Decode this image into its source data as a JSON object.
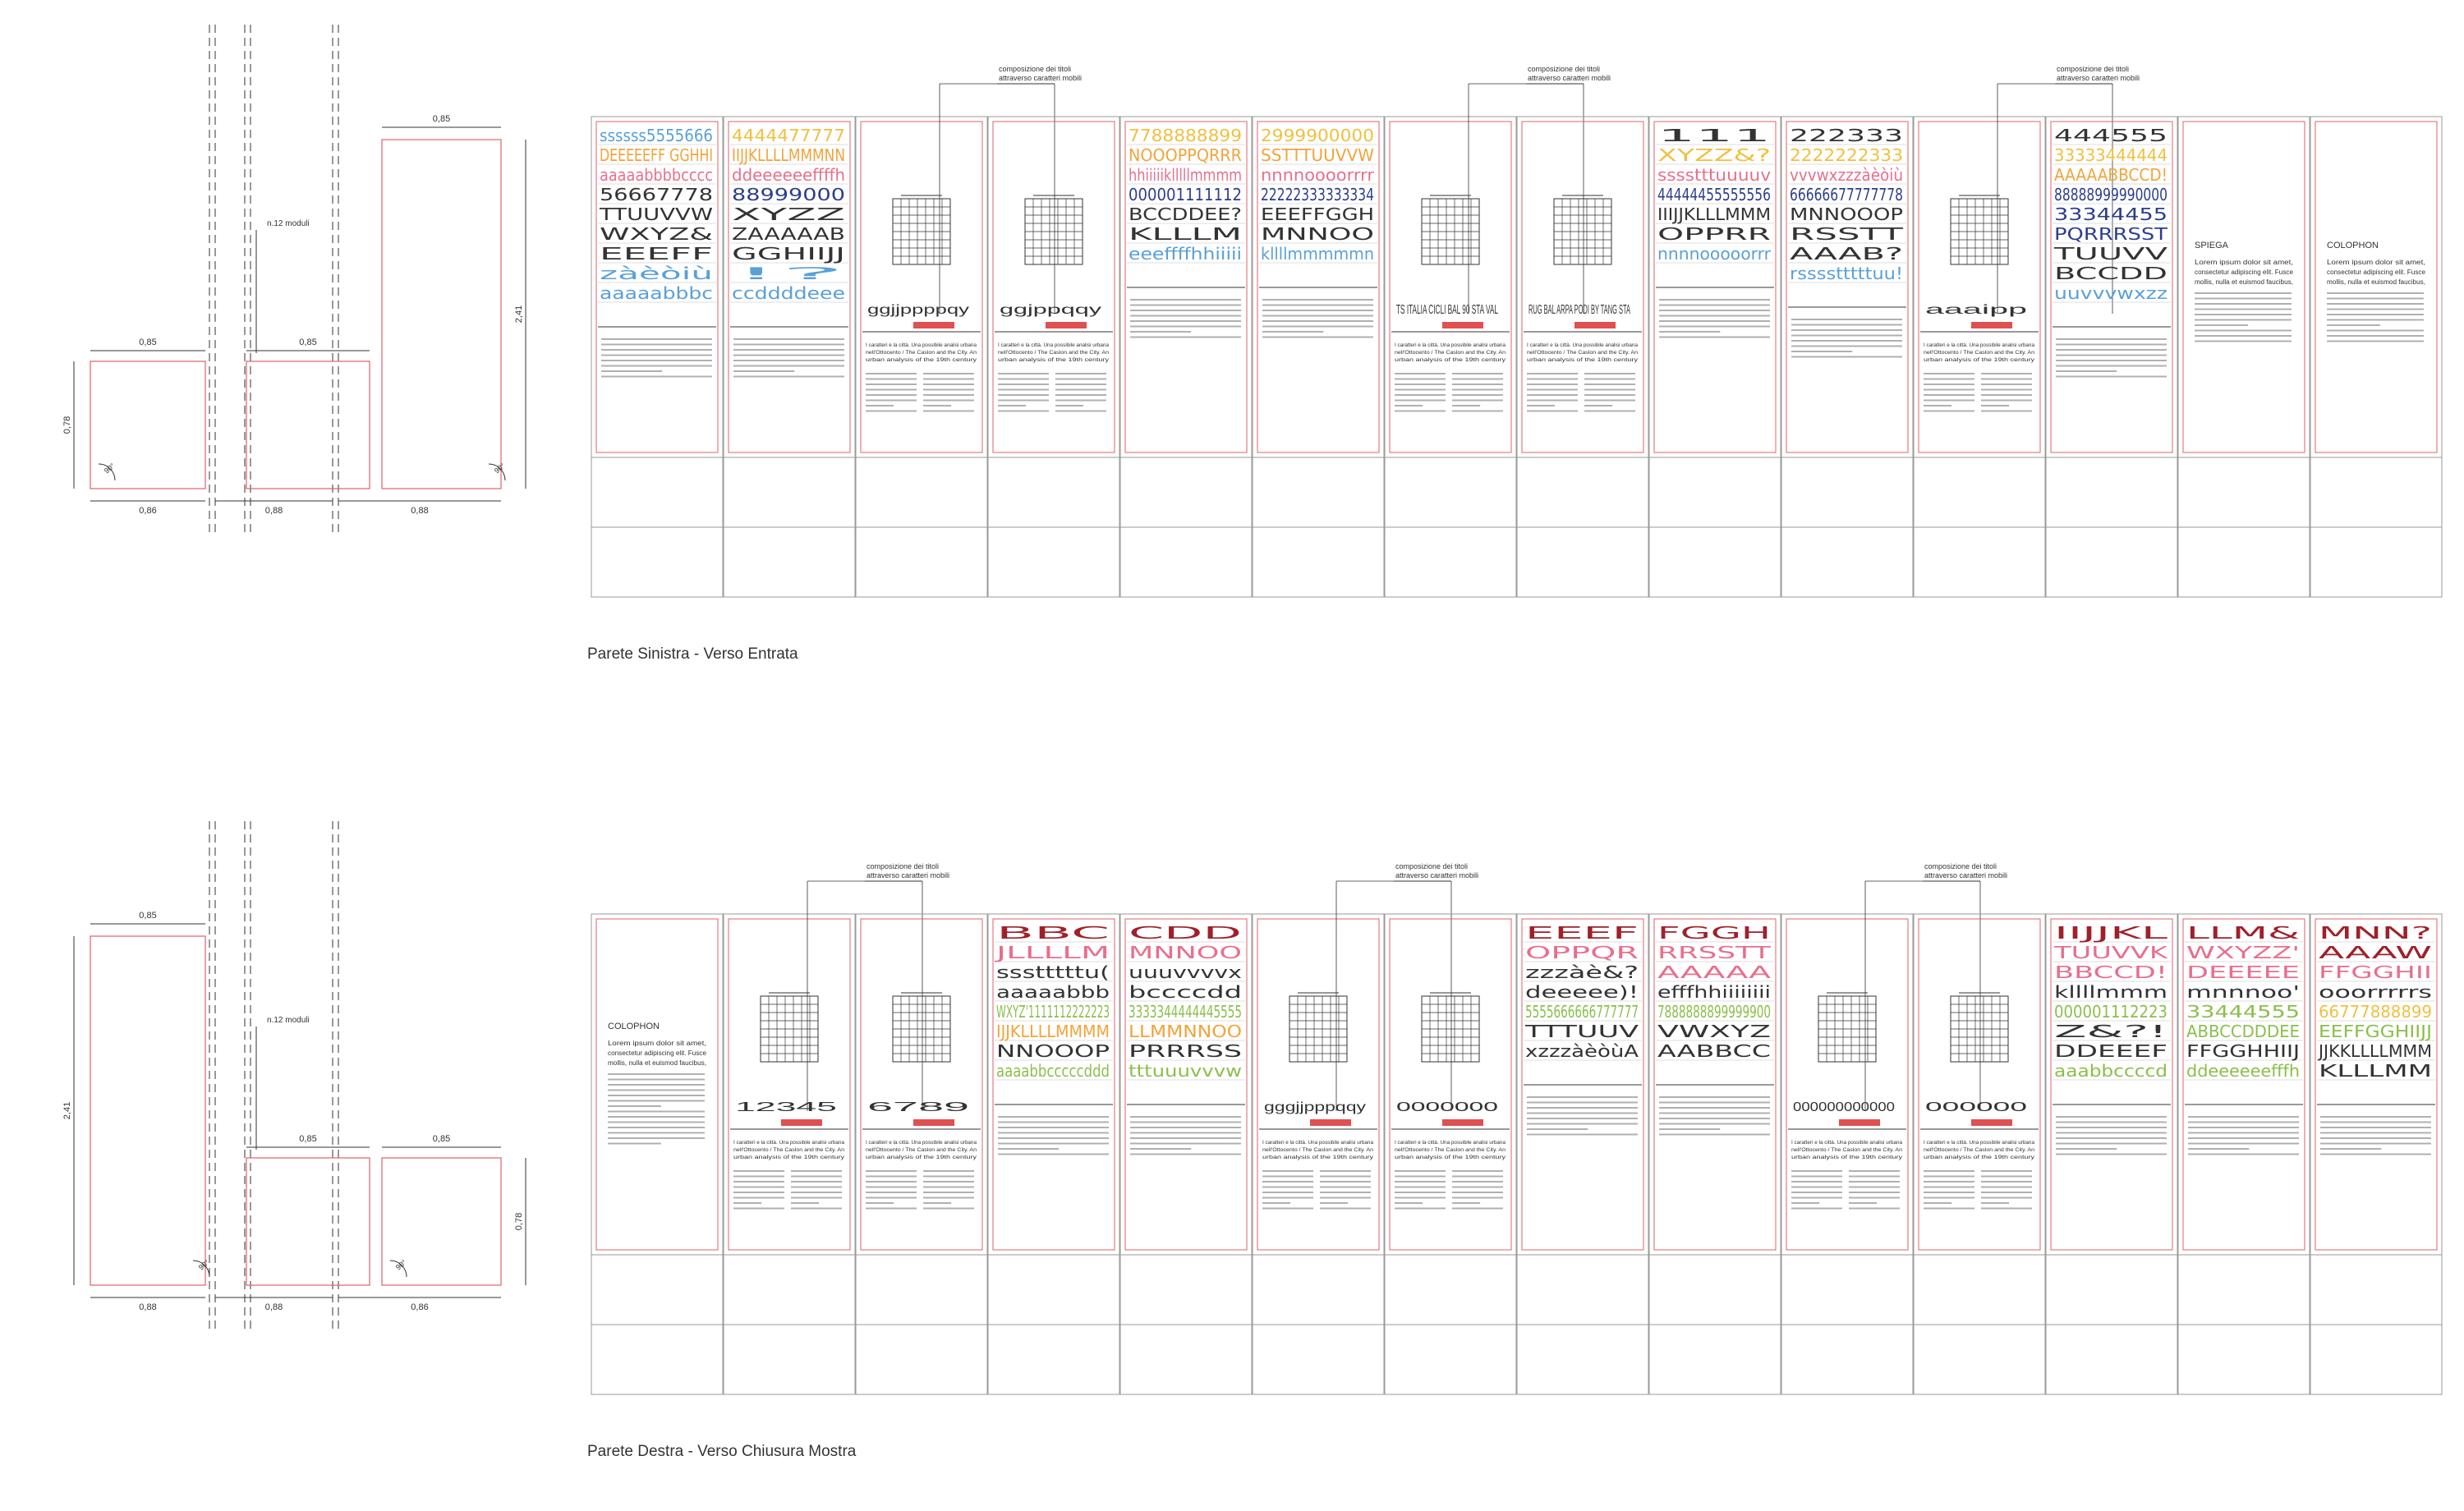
{
  "colors": {
    "red": "#e0606a",
    "grey": "#9a9a9a",
    "dark": "#333333",
    "blue": "#2c3d8f",
    "lightblue": "#5aa0d8",
    "yellow": "#f0c040",
    "orange": "#f2a33a",
    "pink": "#e86f8c",
    "darkred": "#a0202a",
    "green": "#8abf4a",
    "gridred": "#e05050"
  },
  "icons": {
    "angle": "angle-90-icon"
  },
  "labels": {
    "dim_085": "0,85",
    "dim_086": "0,86",
    "dim_088": "0,88",
    "dim_078": "0,78",
    "dim_241": "2,41",
    "n_moduli": "n.12 moduli",
    "angle": "90°",
    "callout_line1": "composizione dei titoli",
    "callout_line2": "attraverso caratteri mobili",
    "spiega": "SPIEGA",
    "colophon": "COLOPHON",
    "lorem_a": "Lorem ipsum dolor sit amet,",
    "lorem_b": "consectetur adipiscing elit. Fusce",
    "lorem_c": "mollis, nulla et euismod faucibus,",
    "intro_a": "I caratteri e la città. Una possibile analisi urbana",
    "intro_b": "nell'Ottocento / The Caslon and the City. An",
    "intro_c": "urban analysis of the 19th century",
    "caption_top": "Parete Sinistra - Verso Entrata",
    "caption_bottom": "Parete Destra - Verso Chiusura Mostra"
  },
  "top_wall": {
    "panels": [
      {
        "type": "type",
        "rows": [
          [
            "ssssss5555666",
            "lightblue"
          ],
          [
            "DEEEEEFF GGHHI",
            "orange"
          ],
          [
            "aaaaabbbbcccc",
            "pink"
          ],
          [
            "56667778",
            "dark"
          ],
          [
            "TTUUVVW",
            "dark"
          ],
          [
            "WXYZ&",
            "dark"
          ],
          [
            "EEEFF",
            "dark"
          ],
          [
            "zàèòiù",
            "lightblue"
          ],
          [
            "aaaaabbbc",
            "lightblue"
          ]
        ]
      },
      {
        "type": "type",
        "rows": [
          [
            "4444477777",
            "yellow"
          ],
          [
            "IIJJKLLLLMMMNN",
            "orange"
          ],
          [
            "ddeeeeeeffffh",
            "pink"
          ],
          [
            "88999000",
            "blue"
          ],
          [
            "XYZZ",
            "dark"
          ],
          [
            "ZAAAAAB",
            "dark"
          ],
          [
            "GGHIIJJ",
            "dark"
          ],
          [
            "!?",
            "lightblue"
          ],
          [
            "ccddddeee",
            "lightblue"
          ]
        ]
      },
      {
        "type": "grid",
        "label": "ggjjppppqy"
      },
      {
        "type": "grid",
        "label": "ggjppqqy"
      },
      {
        "type": "type",
        "rows": [
          [
            "7788888899",
            "yellow"
          ],
          [
            "NOOOPPQRRR",
            "orange"
          ],
          [
            "hhiiiiiklllllmmmm",
            "pink"
          ],
          [
            "000001111112",
            "blue"
          ],
          [
            "BCCDDEE?",
            "dark"
          ],
          [
            "KLLLM",
            "dark"
          ],
          [
            "eeeffffhhiiiii",
            "lightblue"
          ]
        ]
      },
      {
        "type": "type",
        "rows": [
          [
            "2999900000",
            "yellow"
          ],
          [
            "SSTTTUUVVW",
            "orange"
          ],
          [
            "nnnnoooorrrr",
            "pink"
          ],
          [
            "22222333333334",
            "blue"
          ],
          [
            "EEEFFGGH",
            "dark"
          ],
          [
            "MNNOO",
            "dark"
          ],
          [
            "kllllmmmmmn",
            "lightblue"
          ]
        ]
      },
      {
        "type": "grid",
        "label": "TS ITALIA CICLI BAL 90 STA VAL"
      },
      {
        "type": "grid",
        "label": "RUG BAL ARPA PODI BY TANG STA"
      },
      {
        "type": "type",
        "rows": [
          [
            "111",
            "dark"
          ],
          [
            "XYZZ&?",
            "yellow"
          ],
          [
            "sssstttuuuuv",
            "pink"
          ],
          [
            "44444455555556",
            "blue"
          ],
          [
            "IIIJJKLLLMMM",
            "dark"
          ],
          [
            "OPPRR",
            "dark"
          ],
          [
            "nnnnooooorrr",
            "lightblue"
          ]
        ]
      },
      {
        "type": "type",
        "rows": [
          [
            "222333",
            "dark"
          ],
          [
            "2222222333",
            "yellow"
          ],
          [
            "vvvwxzzzàèòiù",
            "pink"
          ],
          [
            "66666677777778",
            "blue"
          ],
          [
            "MNNOOOP",
            "dark"
          ],
          [
            "RSSTT",
            "dark"
          ],
          [
            "AAAB?",
            "dark"
          ],
          [
            "rsssstttttuu!",
            "lightblue"
          ]
        ]
      },
      {
        "type": "grid",
        "label": "aaaipp"
      },
      {
        "type": "type",
        "rows": [
          [
            "444555",
            "dark"
          ],
          [
            "33333444444",
            "yellow"
          ],
          [
            "AAAAABBCCD!",
            "orange"
          ],
          [
            "88888999990000",
            "blue"
          ],
          [
            "33344455",
            "blue"
          ],
          [
            "PQRRRSST",
            "blue"
          ],
          [
            "TUUVV",
            "dark"
          ],
          [
            "BCCDD",
            "dark"
          ],
          [
            "uuvvvwxzz",
            "lightblue"
          ]
        ]
      },
      {
        "type": "text",
        "title": "SPIEGA"
      },
      {
        "type": "text",
        "title": "COLOPHON"
      }
    ]
  },
  "bottom_wall": {
    "panels": [
      {
        "type": "colophon",
        "title": "COLOPHON"
      },
      {
        "type": "grid",
        "label": "12345"
      },
      {
        "type": "grid",
        "label": "6789"
      },
      {
        "type": "type",
        "rows": [
          [
            "BBC",
            "darkred"
          ],
          [
            "JLLLLM",
            "pink"
          ],
          [
            "ssstttttu(",
            "dark"
          ],
          [
            "aaaaabbb",
            "dark"
          ],
          [
            "WXYZ'1111112222223",
            "green"
          ],
          [
            "IJJKLLLLMMMM",
            "orange"
          ],
          [
            "NNOOOP",
            "dark"
          ],
          [
            "aaaabbcccccddd",
            "green"
          ]
        ]
      },
      {
        "type": "type",
        "rows": [
          [
            "CDD",
            "darkred"
          ],
          [
            "MNNOO",
            "pink"
          ],
          [
            "uuuvvvvx",
            "dark"
          ],
          [
            "bccccdd",
            "dark"
          ],
          [
            "3333344444445555",
            "green"
          ],
          [
            "LLMMNNOO",
            "orange"
          ],
          [
            "PRRRSS",
            "dark"
          ],
          [
            "tttuuuvvvw",
            "green"
          ]
        ]
      },
      {
        "type": "grid",
        "label": "gggjjpppqqy"
      },
      {
        "type": "grid",
        "label": "0000000"
      },
      {
        "type": "type",
        "rows": [
          [
            "EEEF",
            "darkred"
          ],
          [
            "OPPQR",
            "pink"
          ],
          [
            "zzzàè&?",
            "dark"
          ],
          [
            "deeeee)!",
            "dark"
          ],
          [
            "5555666666777777",
            "green"
          ],
          [
            "TTTUUV",
            "dark"
          ],
          [
            "xzzzàèòùA",
            "dark"
          ]
        ]
      },
      {
        "type": "type",
        "rows": [
          [
            "FGGH",
            "darkred"
          ],
          [
            "RRSSTT",
            "pink"
          ],
          [
            "AAAAA",
            "pink"
          ],
          [
            "efffhhiiiiiiii",
            "dark"
          ],
          [
            "7888888899999900",
            "green"
          ],
          [
            "VWXYZ",
            "dark"
          ],
          [
            "AABBCC",
            "dark"
          ]
        ]
      },
      {
        "type": "grid",
        "label": "000000000000"
      },
      {
        "type": "grid",
        "label": "000000"
      },
      {
        "type": "type",
        "rows": [
          [
            "IIJJKL",
            "darkred"
          ],
          [
            "TUUVVK",
            "pink"
          ],
          [
            "BBCCD!",
            "pink"
          ],
          [
            "kllllmmm",
            "dark"
          ],
          [
            "000001112223",
            "green"
          ],
          [
            "Z&?!",
            "dark"
          ],
          [
            "DDEEEF",
            "dark"
          ],
          [
            "aaabbccccd",
            "green"
          ]
        ]
      },
      {
        "type": "type",
        "rows": [
          [
            "LLM&",
            "darkred"
          ],
          [
            "WXYZZ'",
            "pink"
          ],
          [
            "DEEEEE",
            "pink"
          ],
          [
            "mnnnoo'",
            "dark"
          ],
          [
            "33444555",
            "green"
          ],
          [
            "ABBCCDDDEE",
            "green"
          ],
          [
            "FFGGHHIIJ",
            "dark"
          ],
          [
            "ddeeeeeefffh",
            "green"
          ]
        ]
      },
      {
        "type": "type",
        "rows": [
          [
            "MNN?",
            "darkred"
          ],
          [
            "AAAW",
            "darkred"
          ],
          [
            "FFGGHII",
            "pink"
          ],
          [
            "ooorrrrrs",
            "dark"
          ],
          [
            "66777888899",
            "yellow"
          ],
          [
            "EEFFGGHIIJJ",
            "green"
          ],
          [
            "JJKKLLLLMMM",
            "dark"
          ],
          [
            "KLLLMM",
            "dark"
          ]
        ]
      }
    ]
  }
}
